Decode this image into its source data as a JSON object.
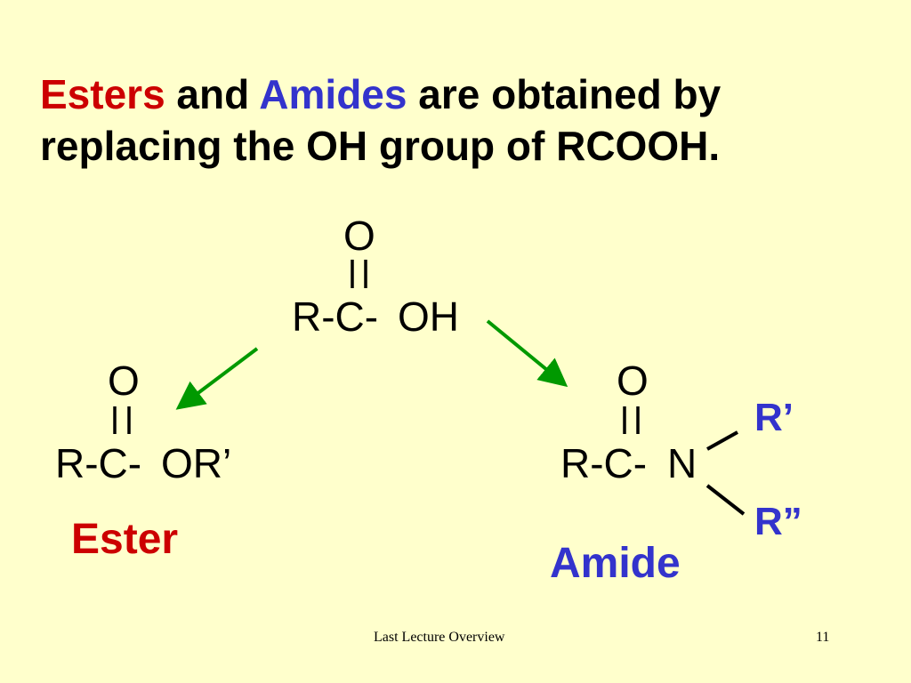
{
  "title": {
    "esters": "Esters",
    "and": " and ",
    "amides": "Amides",
    "rest_line1": " are obtained by",
    "line2": "replacing the OH group of RCOOH."
  },
  "acid": {
    "oxygen": "O",
    "prefix": "R-C-",
    "group": "OH"
  },
  "ester": {
    "oxygen": "O",
    "prefix": "R-C-",
    "group": "OR’",
    "name": "Ester"
  },
  "amide": {
    "oxygen": "O",
    "prefix": "R-C-",
    "group": "N",
    "r1": "R’",
    "r2": "R”",
    "name": "Amide"
  },
  "footer": {
    "text": "Last Lecture Overview",
    "page": "11"
  },
  "colors": {
    "background": "#ffffcc",
    "ester": "#cc0000",
    "amide": "#3333cc",
    "hydroxyl": "#009900"
  }
}
